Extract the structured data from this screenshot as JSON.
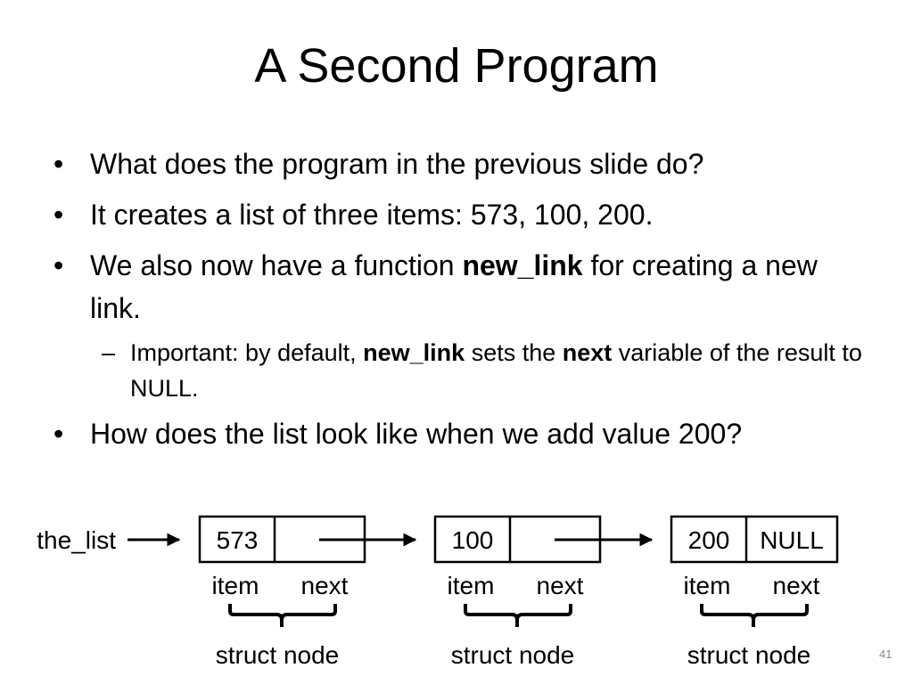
{
  "slide": {
    "title": "A Second Program",
    "number": "41"
  },
  "bullets": [
    {
      "marker": "•",
      "text": "What does the program in the previous slide do?"
    },
    {
      "marker": "•",
      "text": "It creates a list of three items: 573, 100, 200."
    },
    {
      "marker": "•",
      "text_before": "We also now have a function ",
      "bold": "new_link",
      "text_after": " for creating a new link."
    },
    {
      "marker": "–",
      "part1": "Important: by default, ",
      "bold1": "new_link",
      "part2": " sets the ",
      "bold2": "next",
      "part3": " variable of the result to NULL."
    },
    {
      "marker": "•",
      "text": "How does the list look like when we add value 200?"
    }
  ],
  "diagram": {
    "list_label": "the_list",
    "nodes": [
      {
        "item_value": "573",
        "next_value": "",
        "item_label": "item",
        "next_label": "next",
        "struct_label": "struct node"
      },
      {
        "item_value": "100",
        "next_value": "",
        "item_label": "item",
        "next_label": "next",
        "struct_label": "struct node"
      },
      {
        "item_value": "200",
        "next_value": "NULL",
        "item_label": "item",
        "next_label": "next",
        "struct_label": "struct node"
      }
    ]
  }
}
